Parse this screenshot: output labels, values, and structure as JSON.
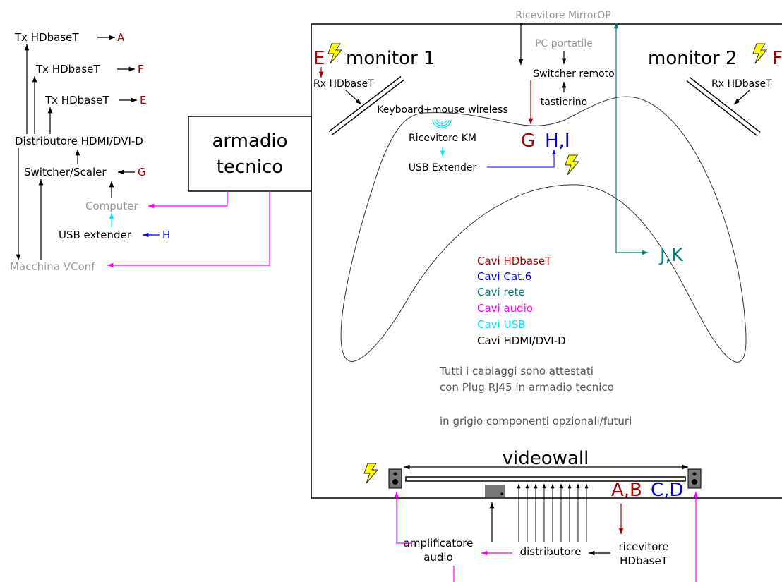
{
  "colors": {
    "hdbaset": "#a50000",
    "cat6": "#0000e0",
    "rete": "#008080",
    "audio": "#ff00ff",
    "usb": "#00e6ff",
    "hdmi": "#000000",
    "optional": "#999999",
    "lightning_fill": "#ffff00"
  },
  "left_chain": {
    "tx_a": "Tx HDbaseT",
    "tx_a_target": "A",
    "tx_f": "Tx HDbaseT",
    "tx_f_target": "F",
    "tx_e": "Tx HDbaseT",
    "tx_e_target": "E",
    "distributore": "Distributore HDMI/DVI-D",
    "switcher_scaler": "Switcher/Scaler",
    "switcher_input": "G",
    "computer": "Computer",
    "usb_extender": "USB extender",
    "usb_input": "H",
    "macchina_vconf": "Macchina VConf"
  },
  "armadio": {
    "line1": "armadio",
    "line2": "tecnico"
  },
  "room": {
    "ricevitore_mirrorop": "Ricevitore MirrorOP",
    "pc_portatile": "PC portatile",
    "switcher_remoto": "Switcher remoto",
    "tastierino": "tastierino",
    "monitor1_tag": "E",
    "monitor1_label": "monitor 1",
    "monitor1_rx": "Rx HDbaseT",
    "monitor2_label": "monitor 2",
    "monitor2_tag": "F",
    "monitor2_rx": "Rx HDbaseT",
    "keyboard_mouse": "Keyboard+mouse wireless",
    "ricevitore_km": "Ricevitore KM",
    "usb_extender": "USB Extender",
    "tag_g": "G",
    "tag_hi": "H,I",
    "tag_jk": "J,K",
    "tag_ab": "A,B",
    "tag_cd": "C,D",
    "videowall": "videowall"
  },
  "legend": {
    "hdbaset": "Cavi HDbaseT",
    "cat6": "Cavi Cat.6",
    "rete": "Cavi rete",
    "audio": "Cavi audio",
    "usb": "Cavi USB",
    "hdmi": "Cavi HDMI/DVI-D"
  },
  "notes": {
    "line1": "Tutti i cablaggi sono attestati",
    "line2": "con Plug RJ45 in armadio tecnico",
    "line3": "in grigio componenti opzionali/futuri"
  },
  "bottom": {
    "amplificatore_1": "amplificatore",
    "amplificatore_2": "audio",
    "distributore": "distributore",
    "ricevitore_1": "ricevitore",
    "ricevitore_2": "HDbaseT"
  }
}
